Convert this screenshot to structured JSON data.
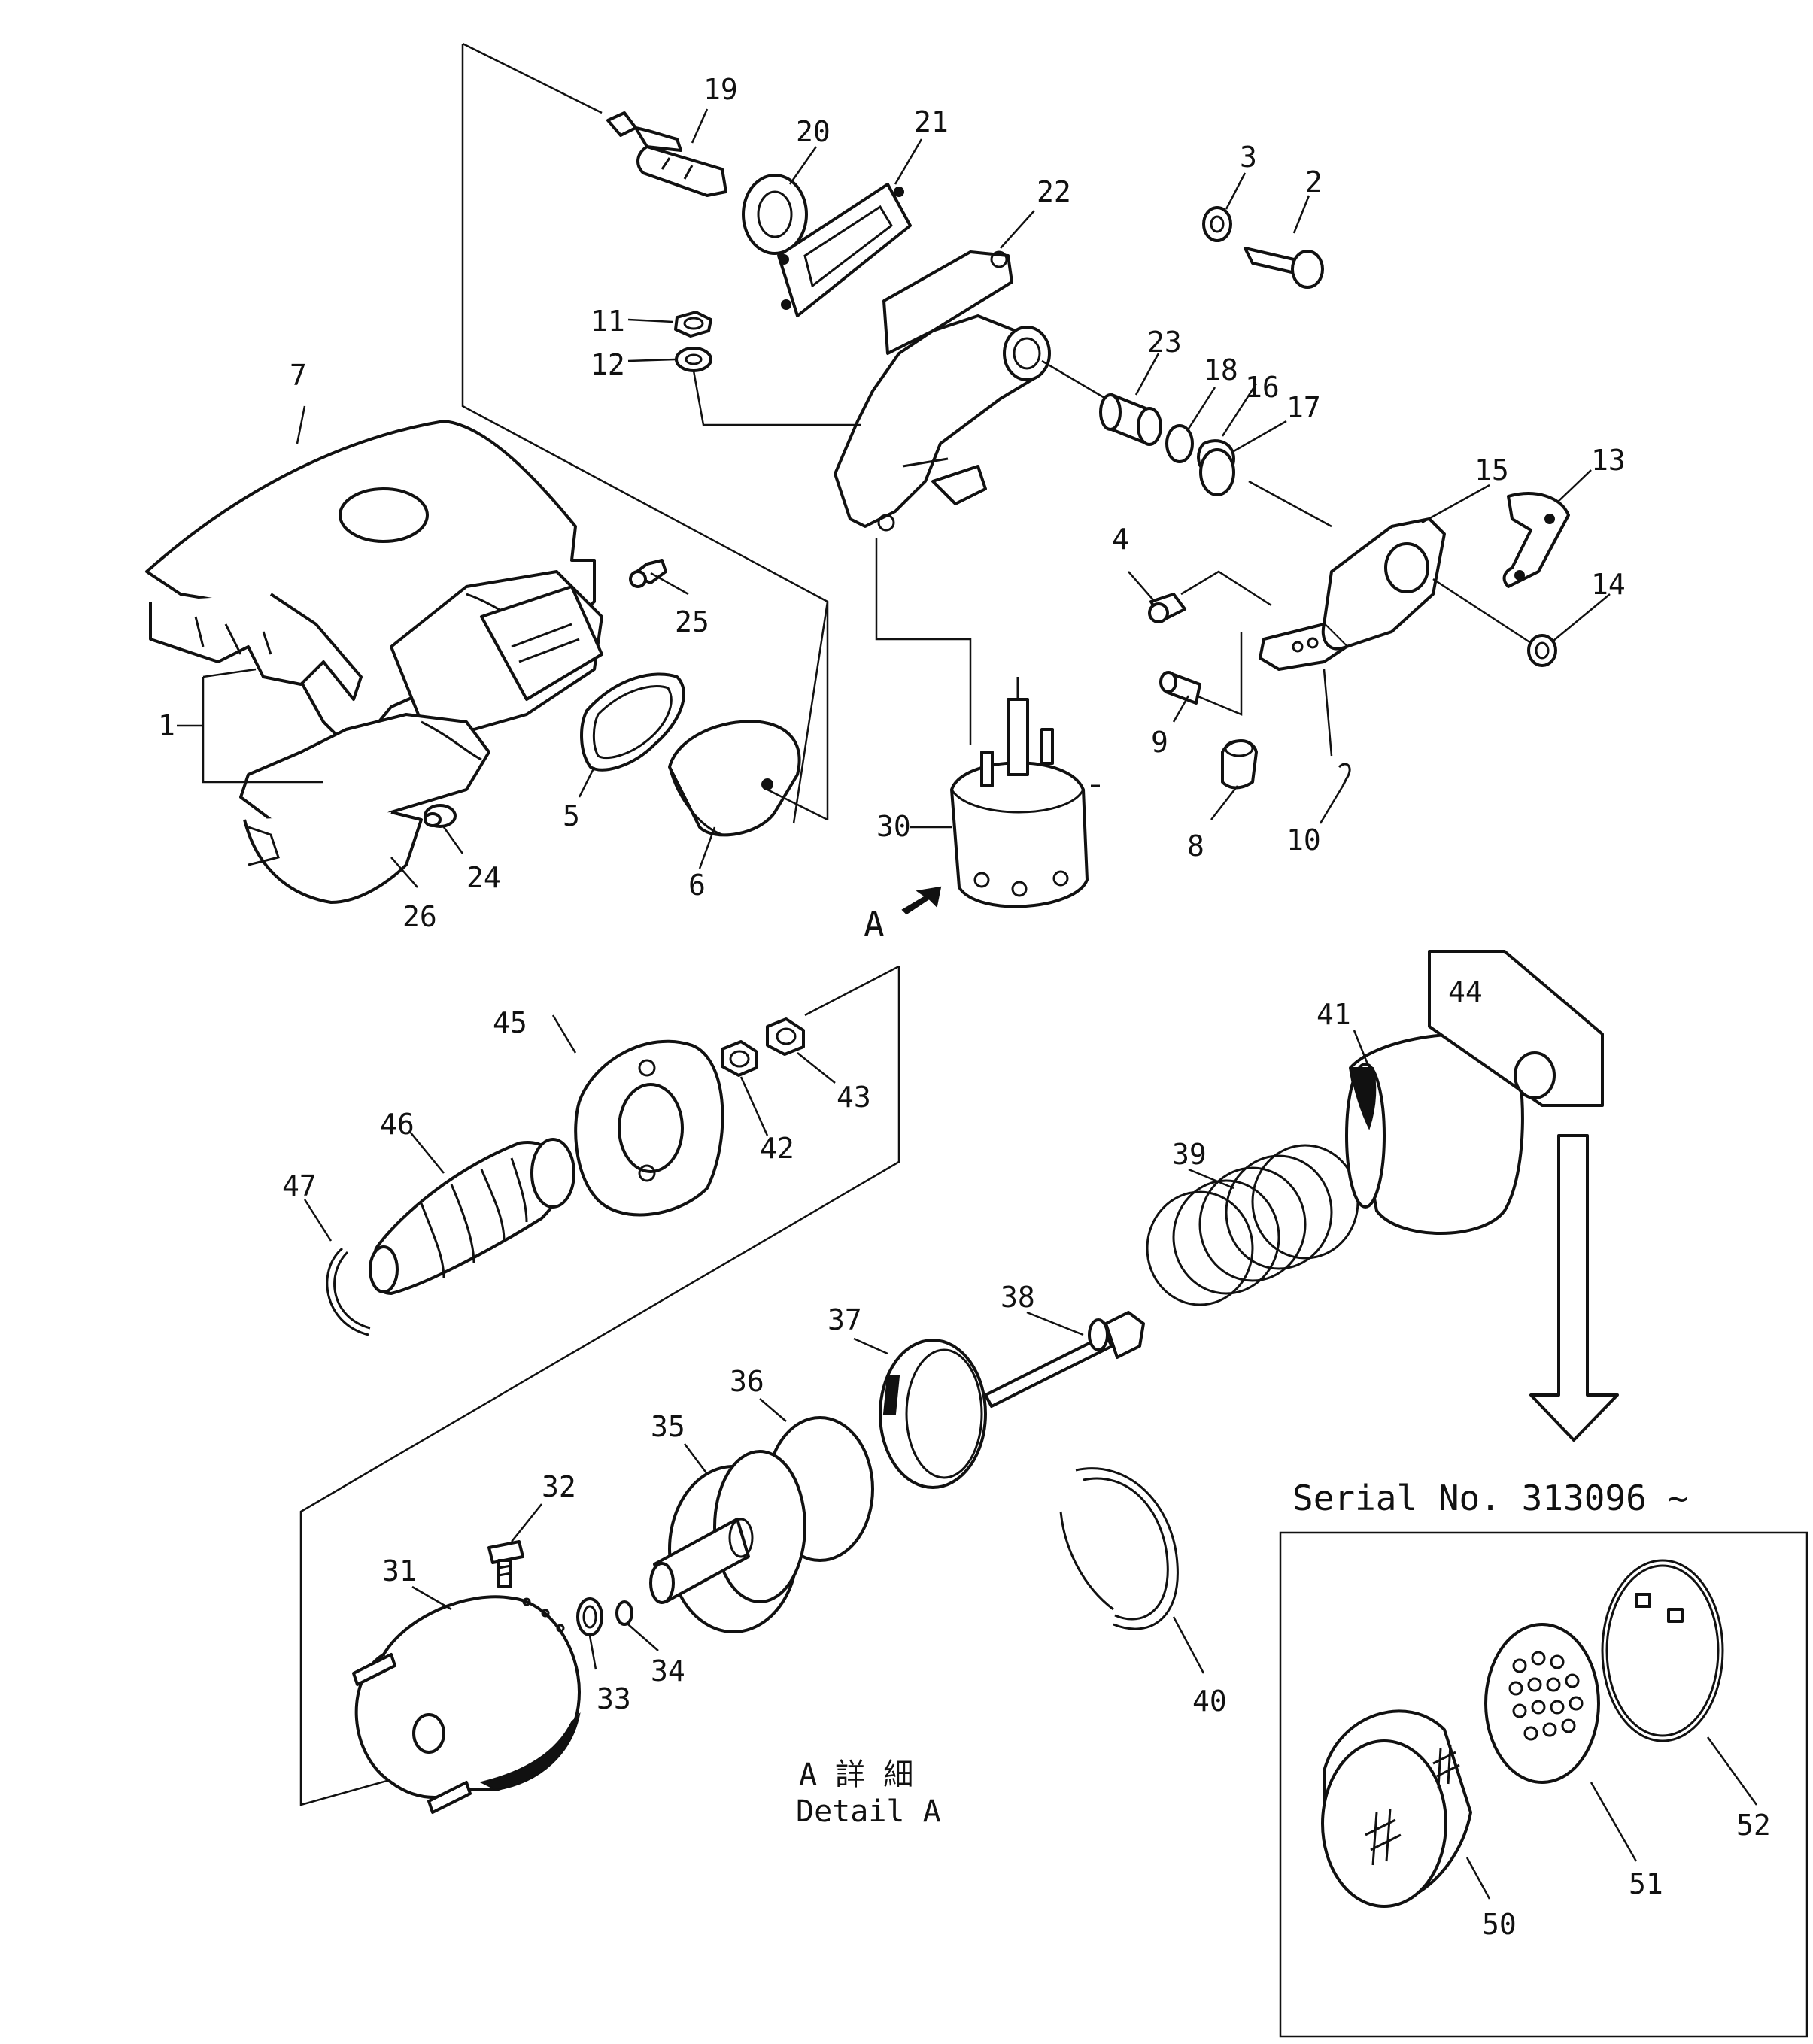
{
  "labels": {
    "p1": "1",
    "p2": "2",
    "p3": "3",
    "p4": "4",
    "p5": "5",
    "p6": "6",
    "p7": "7",
    "p8": "8",
    "p9": "9",
    "p10": "10",
    "p11": "11",
    "p12": "12",
    "p13": "13",
    "p14": "14",
    "p15": "15",
    "p16": "16",
    "p17": "17",
    "p18": "18",
    "p19": "19",
    "p20": "20",
    "p21": "21",
    "p22": "22",
    "p23": "23",
    "p24": "24",
    "p25": "25",
    "p26": "26",
    "p30": "30",
    "p31": "31",
    "p32": "32",
    "p33": "33",
    "p34": "34",
    "p35": "35",
    "p36": "36",
    "p37": "37",
    "p38": "38",
    "p39": "39",
    "p40": "40",
    "p41": "41",
    "p42": "42",
    "p43": "43",
    "p44": "44",
    "p45": "45",
    "p46": "46",
    "p47": "47",
    "p50": "50",
    "p51": "51",
    "p52": "52"
  },
  "view_marker": "A",
  "detail_label_jp": "A 詳 細",
  "detail_label_en": "Detail A",
  "serial_label": "Serial No. 313096 ~"
}
